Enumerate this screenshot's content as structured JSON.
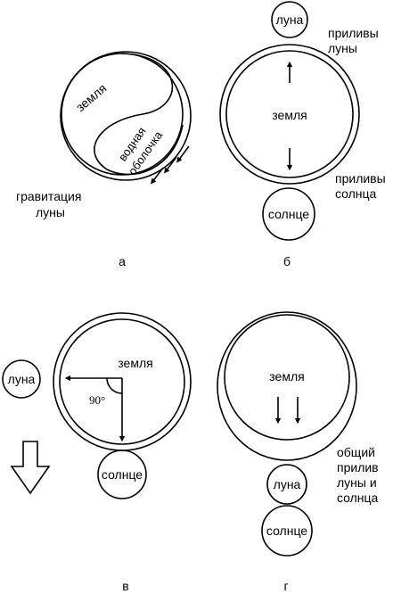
{
  "panel_a": {
    "earth": "земля",
    "shell_line1": "водная",
    "shell_line2": "оболочка",
    "gravity_line1": "гравитация",
    "gravity_line2": "луны",
    "caption": "а"
  },
  "panel_b": {
    "moon": "луна",
    "moon_tides_line1": "приливы",
    "moon_tides_line2": "луны",
    "earth": "земля",
    "sun_tides_line1": "приливы",
    "sun_tides_line2": "солнца",
    "sun": "солнце",
    "caption": "б"
  },
  "panel_v": {
    "moon": "луна",
    "earth": "земля",
    "angle": "90°",
    "sun": "солнце",
    "caption": "в"
  },
  "panel_g": {
    "earth": "земля",
    "total_line1": "общий",
    "total_line2": "прилив",
    "total_line3": "луны и",
    "total_line4": "солнца",
    "moon": "луна",
    "sun": "солнце",
    "caption": "г"
  }
}
